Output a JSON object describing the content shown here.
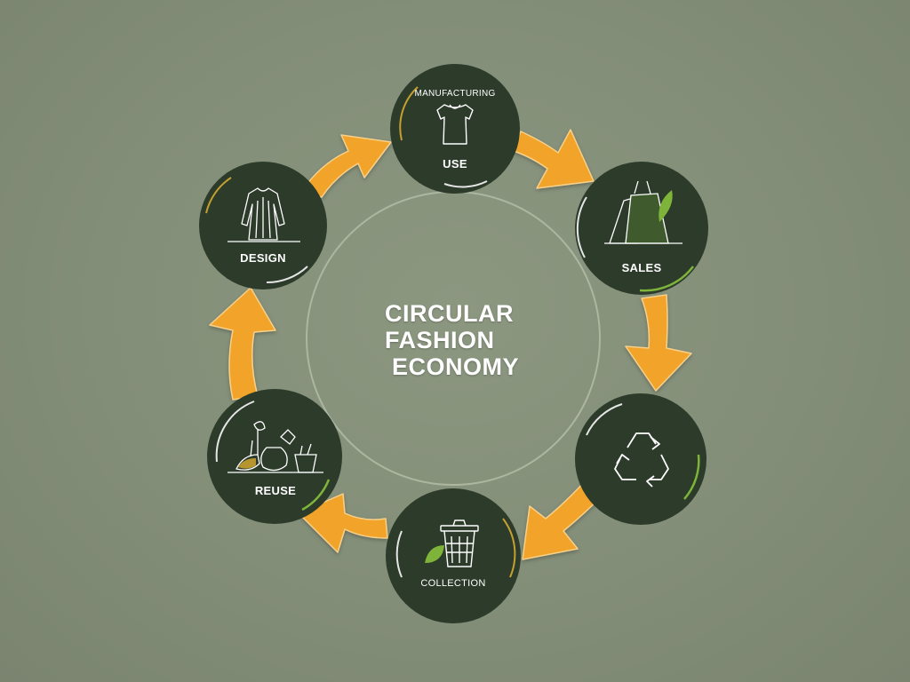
{
  "title": {
    "line1": "CIRCULAR",
    "line2": "FASHION",
    "line3": "ECONOMY"
  },
  "nodes": [
    {
      "id": "use",
      "top_label": "MANUFACTURING",
      "label": "USE",
      "icon": "tshirt-icon"
    },
    {
      "id": "sales",
      "label": "SALES",
      "icon": "fabric-bags-icon"
    },
    {
      "id": "recycle",
      "label": "",
      "icon": "recycle-icon"
    },
    {
      "id": "collection",
      "label": "COLLECTION",
      "icon": "collection-bin-icon"
    },
    {
      "id": "reuse",
      "label": "REUSE",
      "icon": "vases-icon"
    },
    {
      "id": "design",
      "label": "DESIGN",
      "icon": "dress-icon"
    }
  ],
  "colors": {
    "background": "#848f79",
    "node_fill": "#2d3b2b",
    "arrow": "#f2a42a",
    "accent_green": "#7fb43b",
    "center_ring": "#b7bfa9",
    "text": "#ffffff"
  }
}
